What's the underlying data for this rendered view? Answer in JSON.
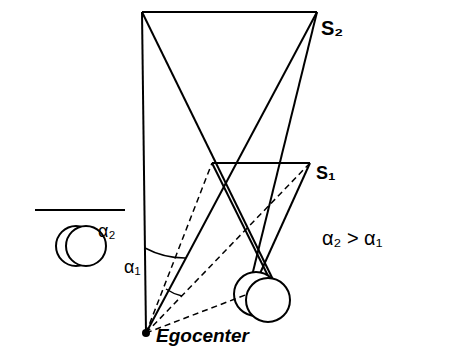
{
  "diagram": {
    "labels": [
      "S₂",
      "S₁",
      "α₂",
      "α₁",
      "α₂ > α₁",
      "Egocenter"
    ]
  }
}
